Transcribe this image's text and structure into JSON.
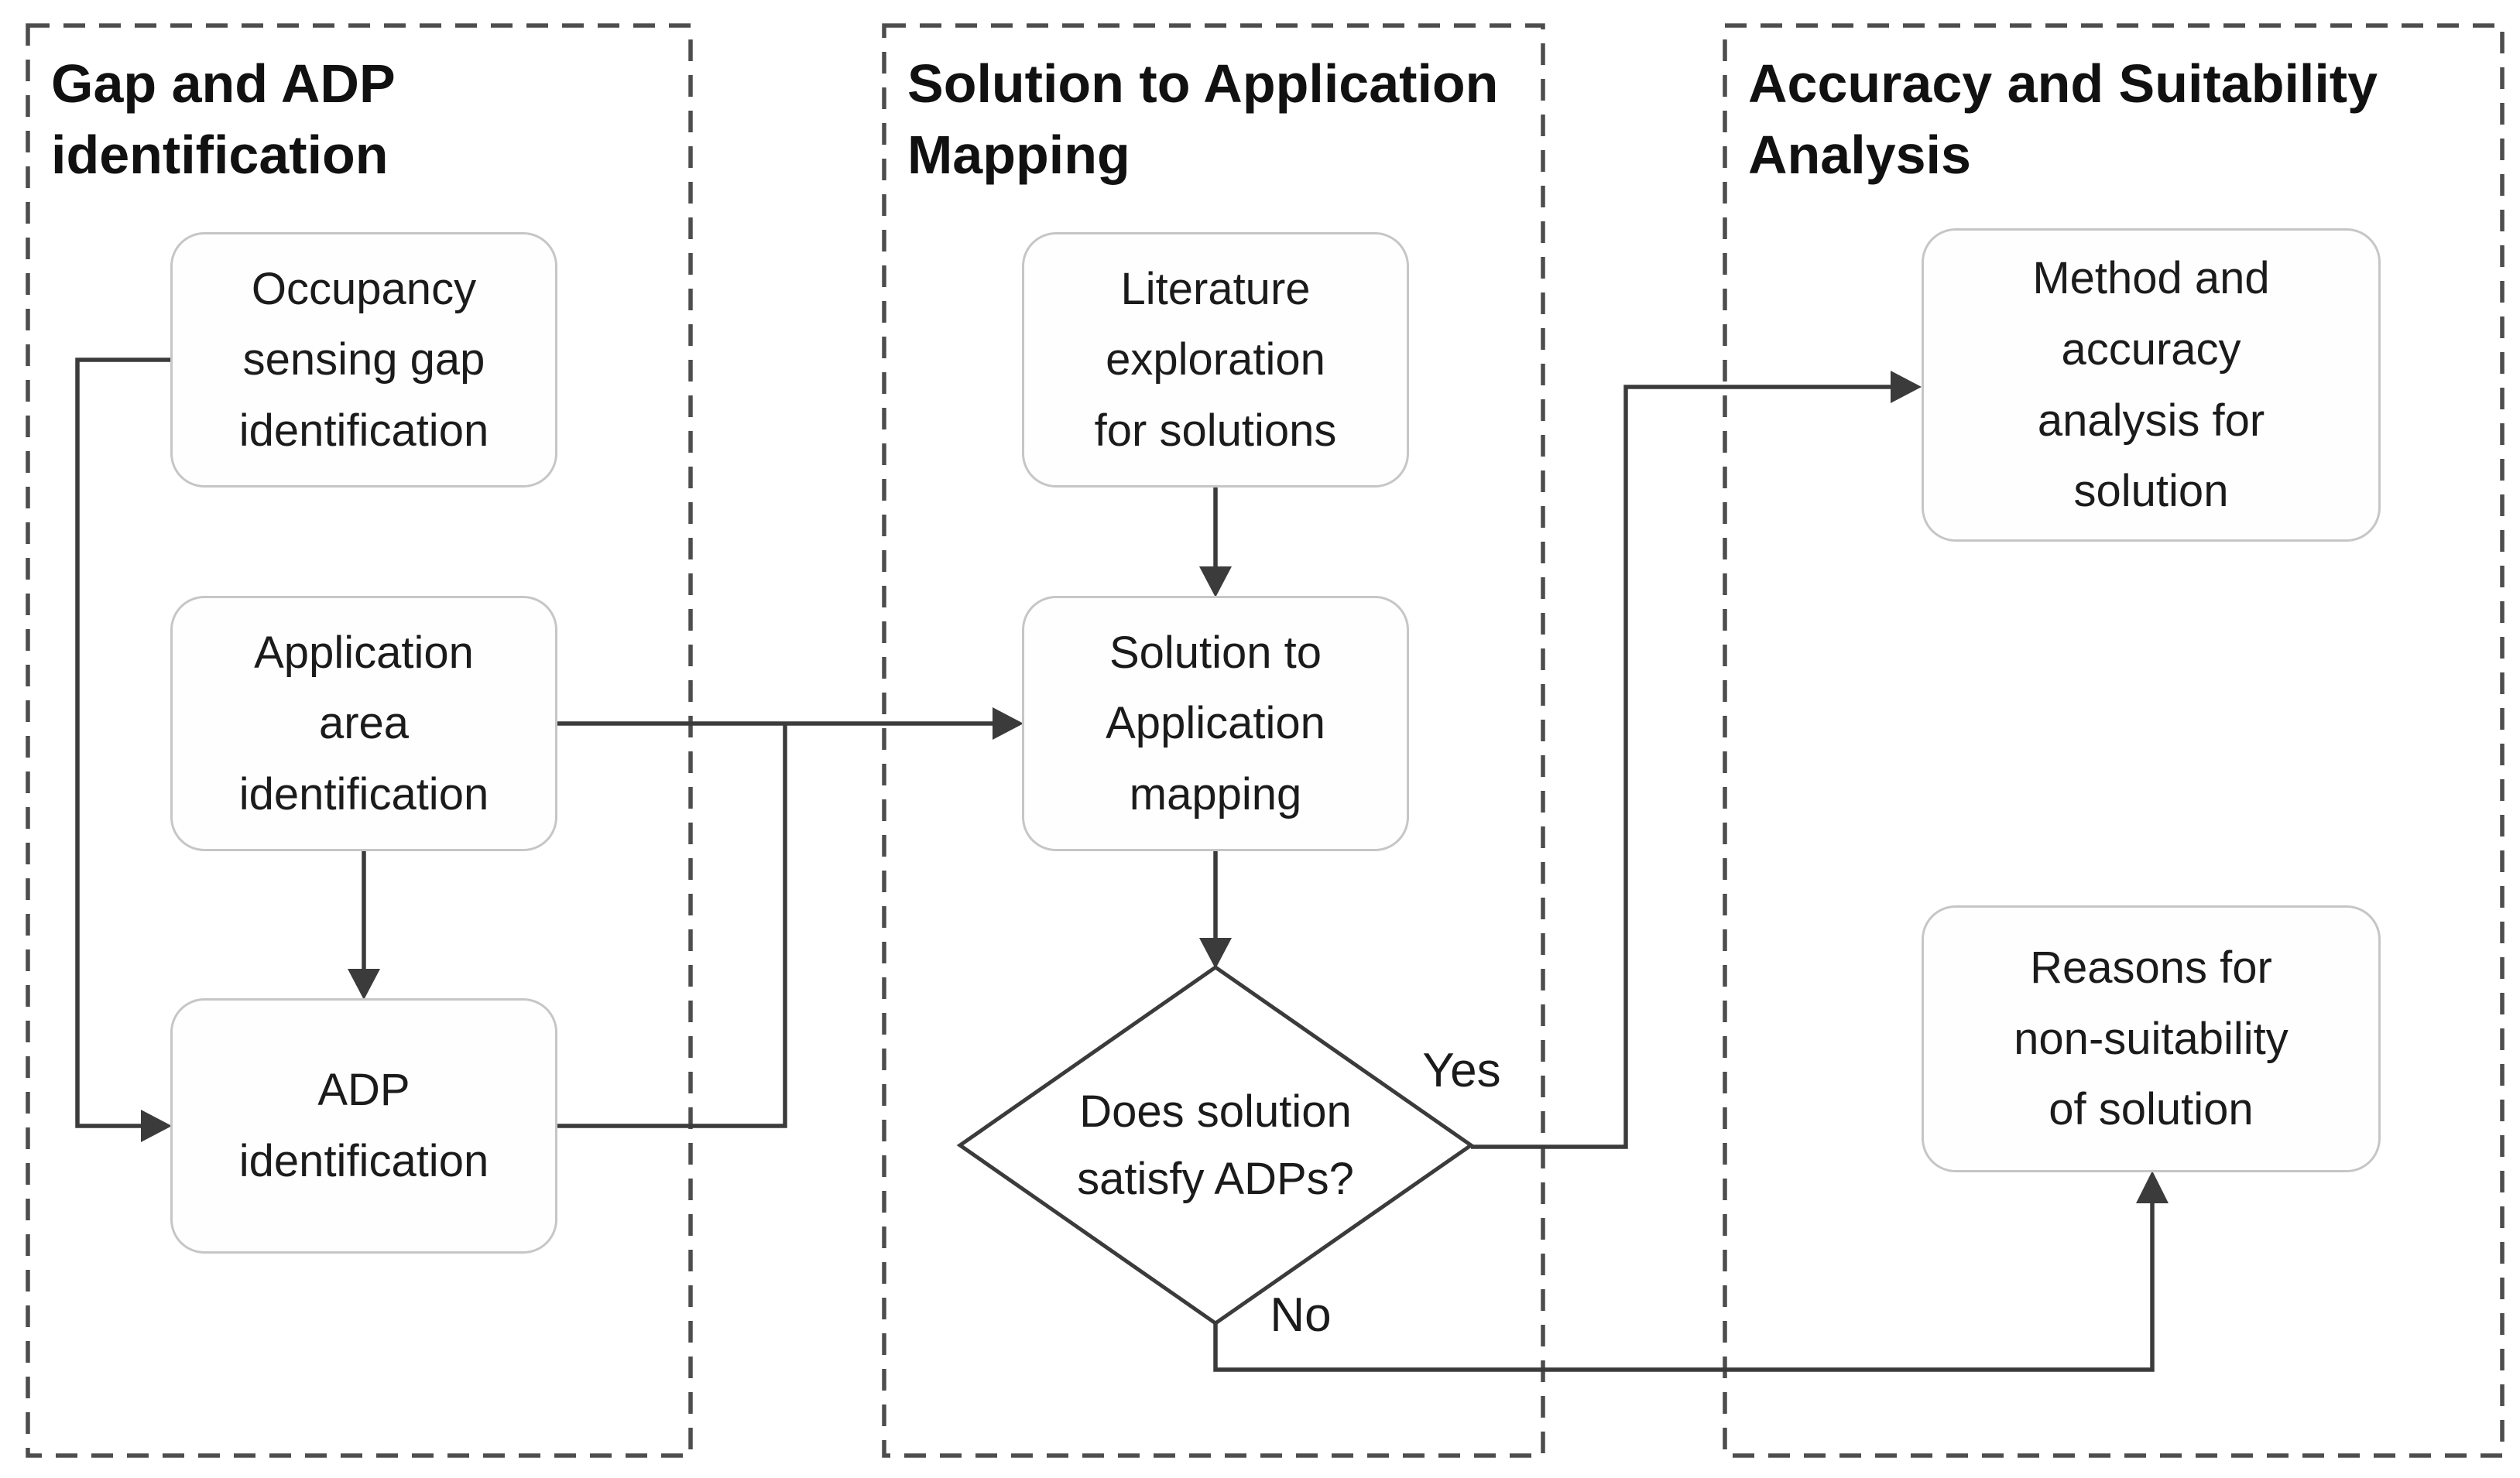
{
  "colors": {
    "background": "#ffffff",
    "panel_border": "#4d4d4d",
    "node_border": "#c6c6c6",
    "connector": "#3b3b3b",
    "text": "#1b1b1b"
  },
  "panels": [
    {
      "id": "gap-adp-identification",
      "title": "Gap and ADP\nidentification"
    },
    {
      "id": "solution-to-application-mapping",
      "title": "Solution to Application\nMapping"
    },
    {
      "id": "accuracy-and-suitability-analysis",
      "title": "Accuracy and Suitability\nAnalysis"
    }
  ],
  "nodes": {
    "occupancy": {
      "label": "Occupancy\nsensing gap\nidentification"
    },
    "application": {
      "label": "Application\narea\nidentification"
    },
    "adp": {
      "label": "ADP\nidentification"
    },
    "literature": {
      "label": "Literature\nexploration\nfor solutions"
    },
    "solution_mapping": {
      "label": "Solution to\nApplication\nmapping"
    },
    "decision": {
      "label": "Does solution\nsatisfy ADPs?"
    },
    "method": {
      "label": "Method and\naccuracy\nanalysis for\nsolution"
    },
    "reasons": {
      "label": "Reasons for\nnon-suitability\nof solution"
    }
  },
  "edge_labels": {
    "yes": "Yes",
    "no": "No"
  }
}
